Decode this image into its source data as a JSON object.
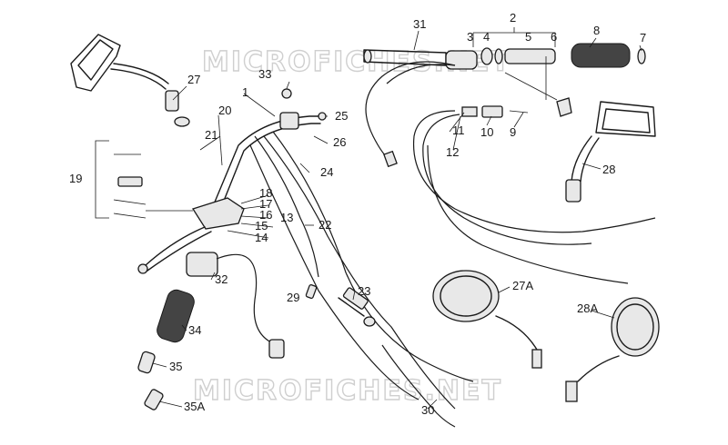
{
  "watermark": {
    "top": "MICROFICHES.NET",
    "bottom": "MICROFICHES.NET"
  },
  "callouts": {
    "c1": "1",
    "c2": "2",
    "c3": "3",
    "c4": "4",
    "c5": "5",
    "c6": "6",
    "c7": "7",
    "c8": "8",
    "c9": "9",
    "c10": "10",
    "c11": "11",
    "c12": "12",
    "c13": "13",
    "c14": "14",
    "c15": "15",
    "c16": "16",
    "c17": "17",
    "c18": "18",
    "c19": "19",
    "c20": "20",
    "c21": "21",
    "c22": "22",
    "c23": "23",
    "c24": "24",
    "c25": "25",
    "c26": "26",
    "c27": "27",
    "c27a": "27A",
    "c28": "28",
    "c28a": "28A",
    "c29": "29",
    "c30": "30",
    "c31": "31",
    "c32": "32",
    "c33": "33",
    "c34": "34",
    "c35": "35",
    "c35a": "35A"
  }
}
